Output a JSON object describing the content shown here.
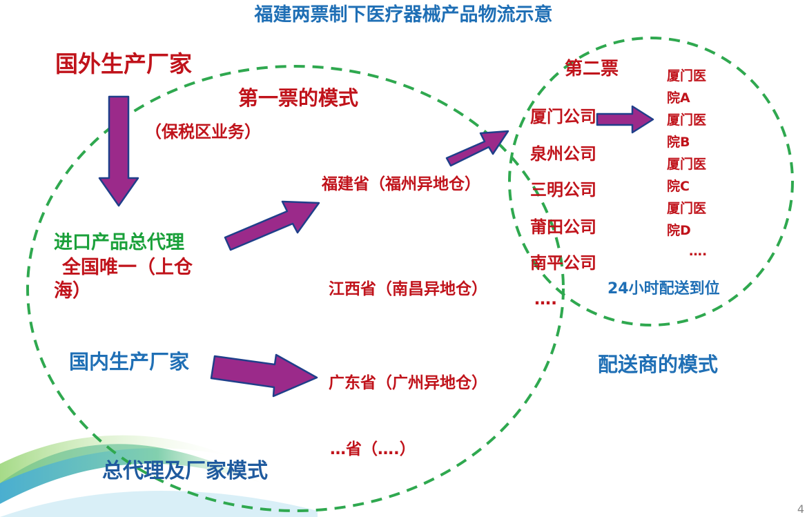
{
  "title": "福建两票制下医疗器械产品物流示意",
  "foreign_manufacturer": "国外生产厂家",
  "bonded_business": "（保税区业务）",
  "first_invoice_mode": "第一票的模式",
  "importer_line1": "进口产品总代理",
  "importer_line2": "全国唯一（上仓",
  "importer_line3": "海）",
  "domestic_manufacturer": "国内生产厂家",
  "general_agent_mode": "总代理及厂家模式",
  "provinces": [
    "福建省（福州异地仓）",
    "江西省（南昌异地仓）",
    "广东省（广州异地仓）",
    "…省（….）"
  ],
  "second_invoice": "第二票",
  "companies": [
    "厦门公司",
    "泉州公司",
    "三明公司",
    "莆田公司",
    "南平公司",
    "…."
  ],
  "hospitals": [
    "厦门医",
    "院A",
    "厦门医",
    "院B",
    "厦门医",
    "院C",
    "厦门医",
    "院D",
    "…."
  ],
  "delivery_24h": "24小时配送到位",
  "distributor_mode": "配送商的模式",
  "page_number": "4",
  "colors": {
    "title_blue": "#1f6fb5",
    "red_text": "#c0131b",
    "green_text": "#1aa03a",
    "dashed_circle": "#2fa84f",
    "arrow_fill": "#9b2a8a",
    "arrow_border": "#1f3f8a"
  }
}
